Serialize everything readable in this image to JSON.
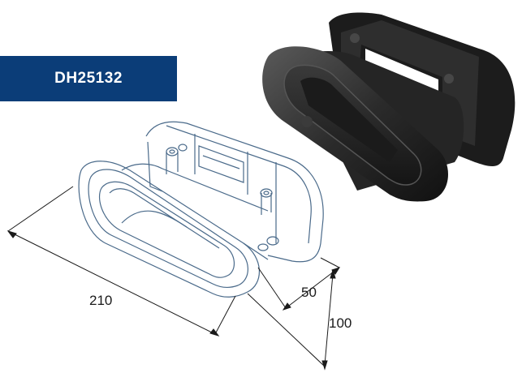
{
  "product": {
    "code": "DH25132",
    "banner_color": "#0b3d78"
  },
  "dimensions": {
    "length": "210",
    "depth": "50",
    "height": "100"
  },
  "colors": {
    "line": "#4a6a8a",
    "dim_line": "#1a1a1a",
    "photo_dark": "#2a2a2a"
  }
}
